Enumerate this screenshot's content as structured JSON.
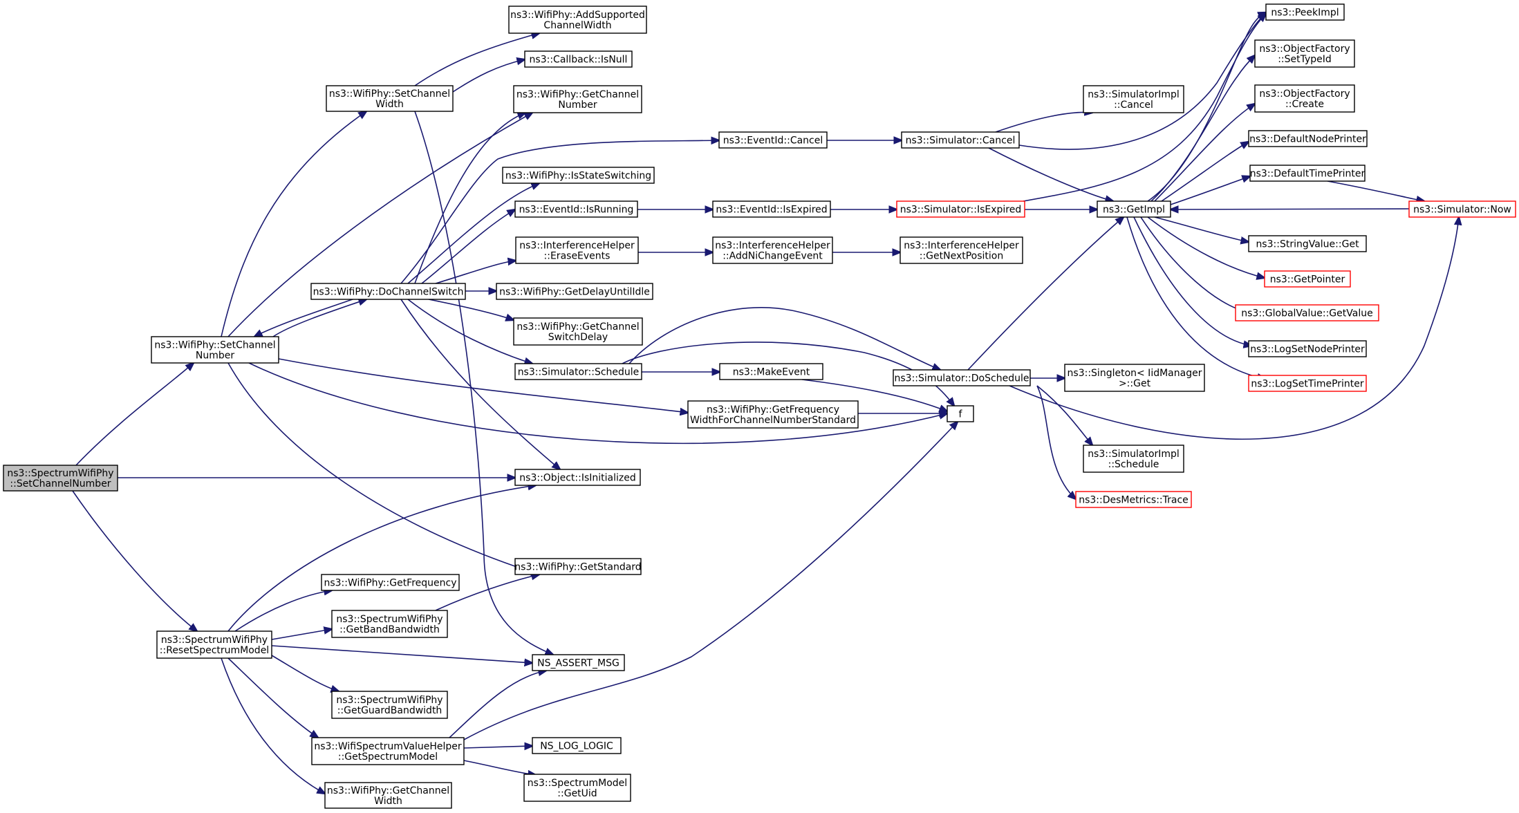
{
  "diagram": {
    "nodes": {
      "spectrum_setchannelnumber": {
        "lines": [
          "ns3::SpectrumWifiPhy",
          "::SetChannelNumber"
        ]
      },
      "wifi_setchannelnumber": {
        "lines": [
          "ns3::WifiPhy::SetChannel",
          "Number"
        ]
      },
      "wifi_setchannelwidth": {
        "lines": [
          "ns3::WifiPhy::SetChannel",
          "Width"
        ]
      },
      "addsupportedchannelwidth": {
        "lines": [
          "ns3::WifiPhy::AddSupported",
          "ChannelWidth"
        ]
      },
      "callback_isnull": {
        "lines": [
          "ns3::Callback::IsNull"
        ]
      },
      "getchannelnumber": {
        "lines": [
          "ns3::WifiPhy::GetChannel",
          "Number"
        ]
      },
      "eventid_cancel": {
        "lines": [
          "ns3::EventId::Cancel"
        ]
      },
      "simulator_cancel": {
        "lines": [
          "ns3::Simulator::Cancel"
        ]
      },
      "simulatorimpl_cancel": {
        "lines": [
          "ns3::SimulatorImpl",
          "::Cancel"
        ]
      },
      "peekimpl": {
        "lines": [
          "ns3::PeekImpl"
        ]
      },
      "objectfactory_settypeid": {
        "lines": [
          "ns3::ObjectFactory",
          "::SetTypeId"
        ]
      },
      "objectfactory_create": {
        "lines": [
          "ns3::ObjectFactory",
          "::Create"
        ]
      },
      "defaultnodeprinter": {
        "lines": [
          "ns3::DefaultNodePrinter"
        ]
      },
      "defaulttimeprinter": {
        "lines": [
          "ns3::DefaultTimePrinter"
        ]
      },
      "simulator_now": {
        "lines": [
          "ns3::Simulator::Now"
        ]
      },
      "isstateswitching": {
        "lines": [
          "ns3::WifiPhy::IsStateSwitching"
        ]
      },
      "eventid_isrunning": {
        "lines": [
          "ns3::EventId::IsRunning"
        ]
      },
      "eventid_isexpired": {
        "lines": [
          "ns3::EventId::IsExpired"
        ]
      },
      "simulator_isexpired": {
        "lines": [
          "ns3::Simulator::IsExpired"
        ]
      },
      "getimpl": {
        "lines": [
          "ns3::GetImpl"
        ]
      },
      "erase_events": {
        "lines": [
          "ns3::InterferenceHelper",
          "::EraseEvents"
        ]
      },
      "addnichangeevent": {
        "lines": [
          "ns3::InterferenceHelper",
          "::AddNiChangeEvent"
        ]
      },
      "getnextposition": {
        "lines": [
          "ns3::InterferenceHelper",
          "::GetNextPosition"
        ]
      },
      "docchannelswitch": {
        "lines": [
          "ns3::WifiPhy::DoChannelSwitch"
        ]
      },
      "getdelayuntilidle": {
        "lines": [
          "ns3::WifiPhy::GetDelayUntilIdle"
        ]
      },
      "stringvalue_get": {
        "lines": [
          "ns3::StringValue::Get"
        ]
      },
      "getpointer": {
        "lines": [
          "ns3::GetPointer"
        ]
      },
      "globalvalue_getvalue": {
        "lines": [
          "ns3::GlobalValue::GetValue"
        ]
      },
      "getchannelswitchdelay": {
        "lines": [
          "ns3::WifiPhy::GetChannel",
          "SwitchDelay"
        ]
      },
      "logsetnodeprinter": {
        "lines": [
          "ns3::LogSetNodePrinter"
        ]
      },
      "simulator_schedule": {
        "lines": [
          "ns3::Simulator::Schedule"
        ]
      },
      "makeevent": {
        "lines": [
          "ns3::MakeEvent"
        ]
      },
      "simulator_doschedule": {
        "lines": [
          "ns3::Simulator::DoSchedule"
        ]
      },
      "singleton_get": {
        "lines": [
          "ns3::Singleton< IidManager",
          " >::Get"
        ]
      },
      "logsettimeprinter": {
        "lines": [
          "ns3::LogSetTimePrinter"
        ]
      },
      "getfrequencywidth": {
        "lines": [
          "ns3::WifiPhy::GetFrequency",
          "WidthForChannelNumberStandard"
        ]
      },
      "f": {
        "lines": [
          "f"
        ]
      },
      "simulatorimpl_schedule": {
        "lines": [
          "ns3::SimulatorImpl",
          "::Schedule"
        ]
      },
      "object_isinitialized": {
        "lines": [
          "ns3::Object::IsInitialized"
        ]
      },
      "desmetrics_trace": {
        "lines": [
          "ns3::DesMetrics::Trace"
        ]
      },
      "getstandard": {
        "lines": [
          "ns3::WifiPhy::GetStandard"
        ]
      },
      "getfrequency": {
        "lines": [
          "ns3::WifiPhy::GetFrequency"
        ]
      },
      "getbandbandwidth": {
        "lines": [
          "ns3::SpectrumWifiPhy",
          "::GetBandBandwidth"
        ]
      },
      "resetspectrummodel": {
        "lines": [
          "ns3::SpectrumWifiPhy",
          "::ResetSpectrumModel"
        ]
      },
      "ns_assert_msg": {
        "lines": [
          "NS_ASSERT_MSG"
        ]
      },
      "getguardbandwidth": {
        "lines": [
          "ns3::SpectrumWifiPhy",
          "::GetGuardBandwidth"
        ]
      },
      "getspectrummodel": {
        "lines": [
          "ns3::WifiSpectrumValueHelper",
          "::GetSpectrumModel"
        ]
      },
      "ns_log_logic": {
        "lines": [
          "NS_LOG_LOGIC"
        ]
      },
      "getchannelwidth": {
        "lines": [
          "ns3::WifiPhy::GetChannel",
          "Width"
        ]
      },
      "spectrummodel_getuid": {
        "lines": [
          "ns3::SpectrumModel",
          "::GetUid"
        ]
      }
    },
    "colors": {
      "edge": "#191970",
      "node_border": "#000000",
      "truncated_border": "#ff0000",
      "root_fill": "#bfbfbf",
      "node_fill": "#ffffff"
    }
  }
}
